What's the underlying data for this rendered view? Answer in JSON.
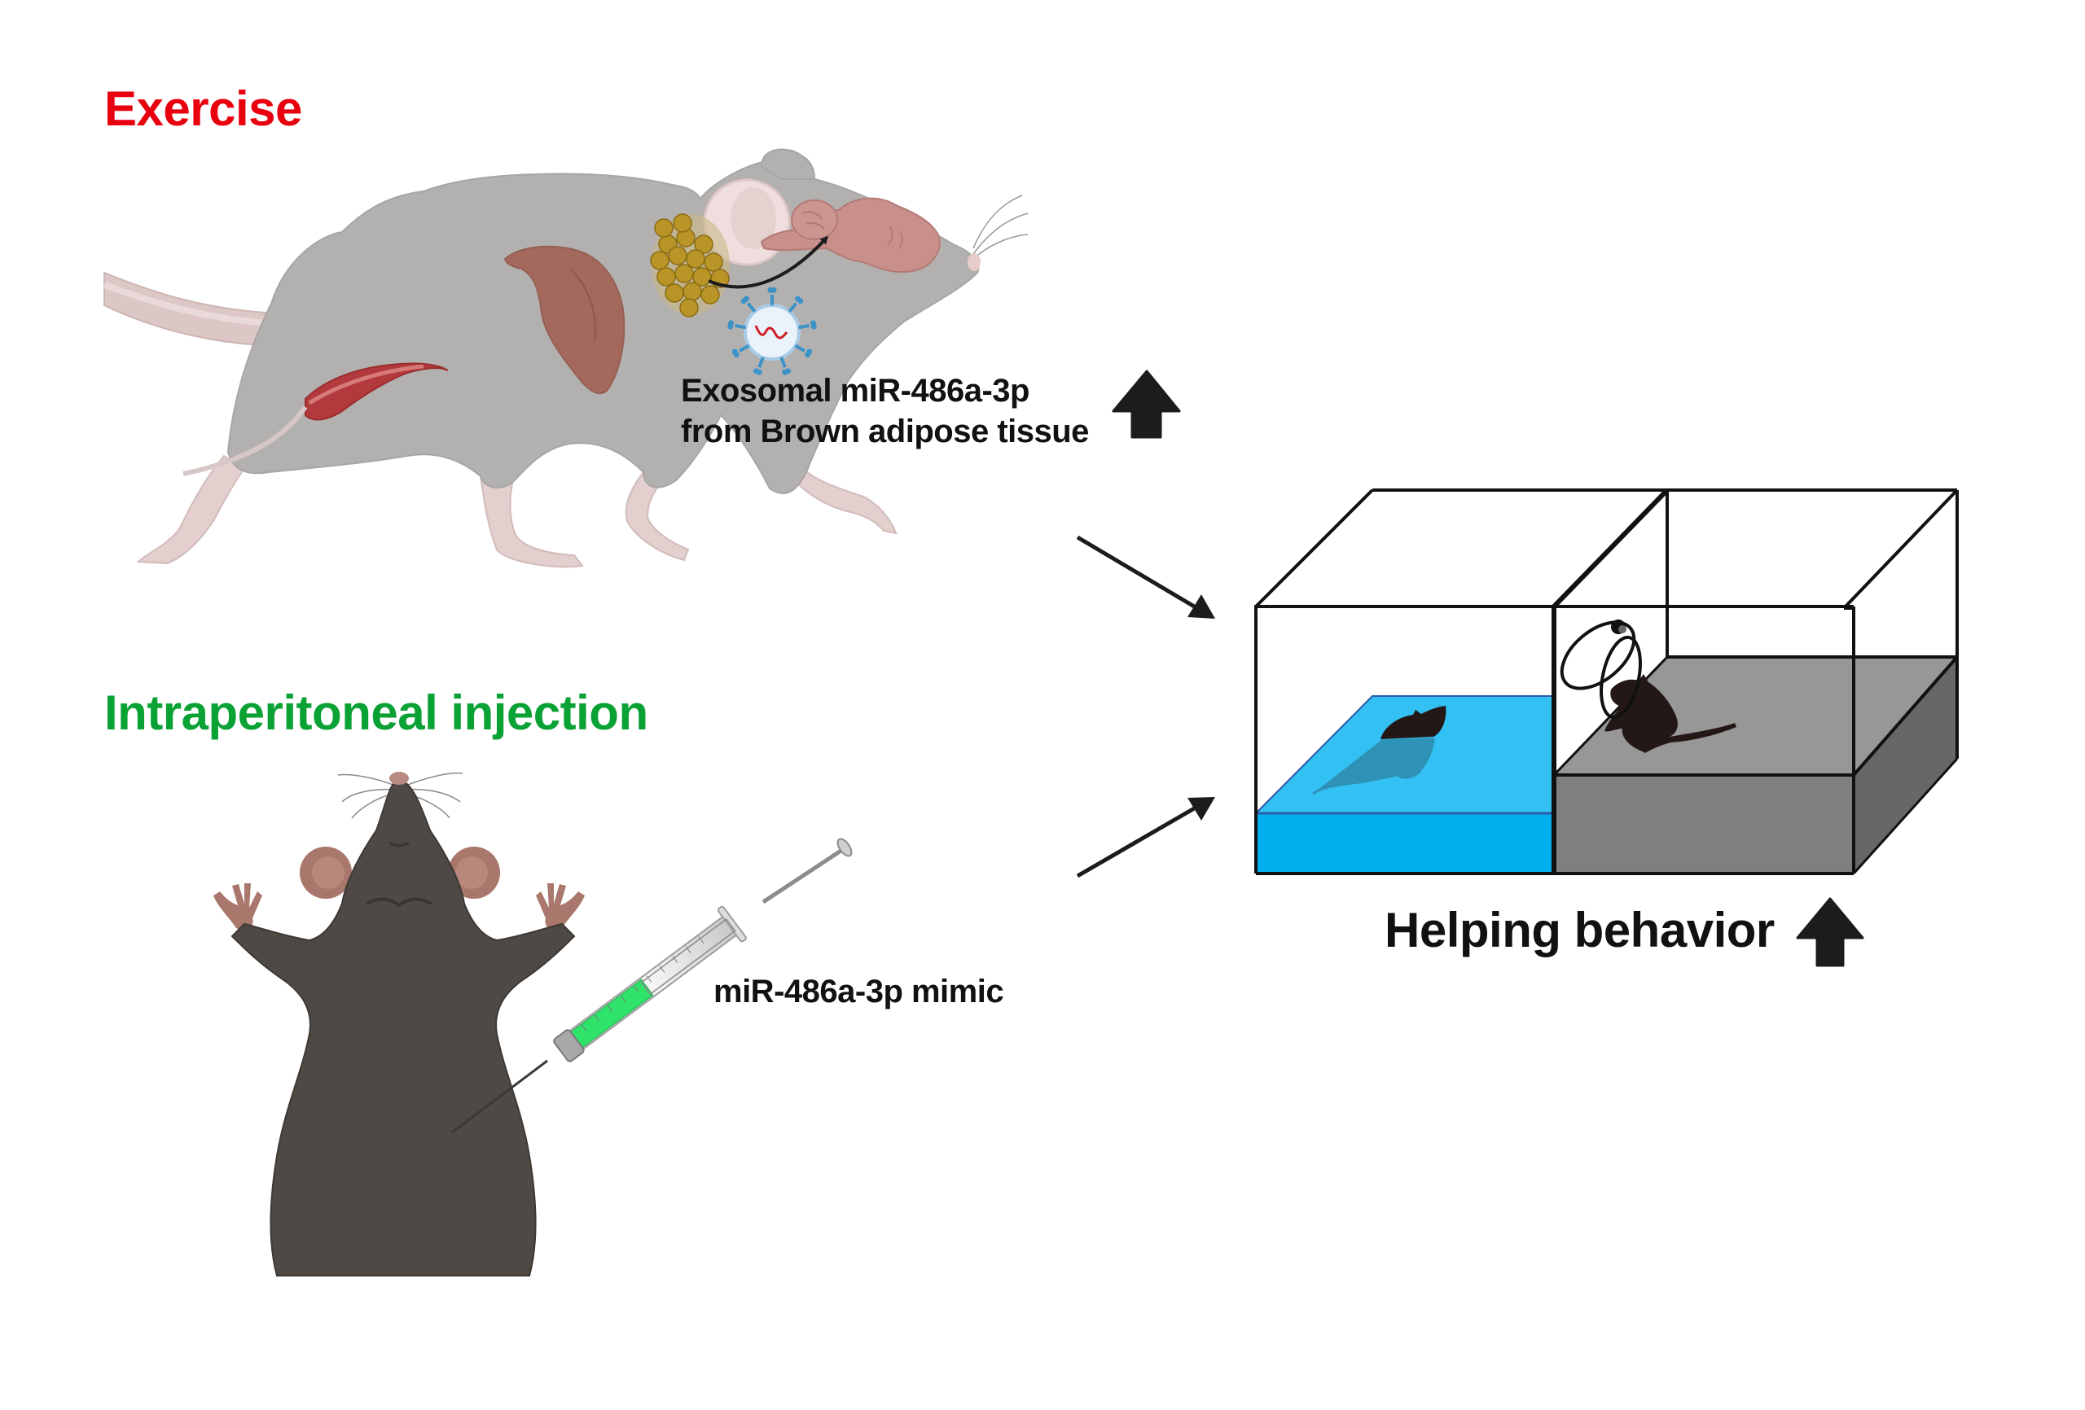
{
  "figure": {
    "type": "graphical-abstract",
    "background": "#ffffff"
  },
  "sections": {
    "exercise": {
      "title": "Exercise",
      "title_color": "#e8000e",
      "annotation_line1": "Exosomal miR-486a-3p",
      "annotation_line2": "from Brown adipose tissue",
      "annotation_indicator": "up-arrow",
      "elements": [
        "running-mouse",
        "tail",
        "hindlimb-muscle",
        "liver",
        "brown-adipose-tissue",
        "brain",
        "exosome",
        "bat-to-brain-arrow"
      ]
    },
    "injection": {
      "title": "Intraperitoneal injection",
      "title_color": "#0aa135",
      "annotation": "miR-486a-3p mimic",
      "elements": [
        "supine-mouse",
        "syringe"
      ],
      "syringe_fill_color": "#2ee26a"
    },
    "outcome": {
      "label": "Helping behavior",
      "indicator": "up-arrow",
      "apparatus": {
        "description": "two-compartment box with water pool and dry platform, connecting circular door",
        "water_color": "#33c0f2",
        "water_front_color": "#00b0ee",
        "platform_top_color": "#979797",
        "platform_front_color": "#7f7f7f",
        "platform_side_color": "#676767"
      }
    }
  },
  "connectors": [
    {
      "from": "exercise",
      "to": "outcome",
      "style": "arrow"
    },
    {
      "from": "injection",
      "to": "outcome",
      "style": "arrow"
    }
  ],
  "colors": {
    "text": "#111111",
    "arrow": "#1c1c1c",
    "mouse_gray": "#b3b1af",
    "mouse_skin": "#e4d0cf",
    "mouse_dark": "#4e4944",
    "mouse_dark_ear": "#a9776c",
    "brain": "#c98f8a",
    "liver": "#a4685c",
    "muscle": "#b33a3c",
    "bat": "#b99426",
    "exosome_marker": "#3c93c9",
    "rna": "#d11d25"
  }
}
